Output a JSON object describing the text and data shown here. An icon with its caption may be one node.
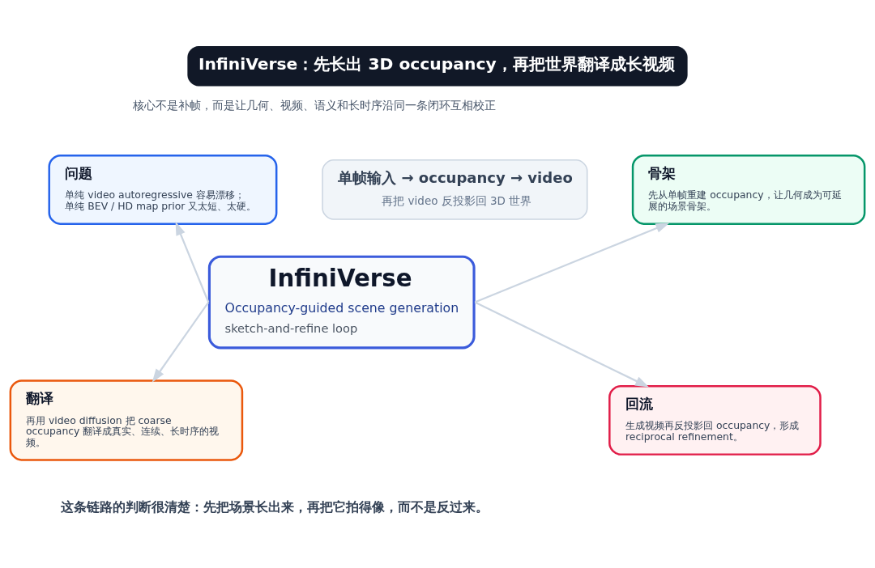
{
  "diagram": {
    "title": "InfiniVerse：先长出 3D occupancy，再把世界翻译成长视频",
    "nodes": [
      {
        "text": [
          "问题",
          "单纯 video autoregressive 容易漂移；单纯 BEV / HD map prior 又太短、太硬。"
        ]
      },
      {
        "text": [
          "单帧输入 → occupancy → video",
          "再把 video 反投影回 3D 世界"
        ]
      },
      {
        "text": [
          "骨架",
          "先从单帧重建 occupancy，让几何成为可延展的场景骨架。"
        ]
      },
      {
        "text": [
          "InfiniVerse",
          "Occupancy-guided scene generation",
          "sketch-and-refine loop"
        ]
      },
      {
        "text": [
          "翻译",
          "再用 video diffusion 把 coarse occupancy 翻译成真实、连续、长时序的视频。"
        ]
      },
      {
        "text": [
          "回流",
          "生成视频再反投影回 occupancy，形成 reciprocal refinement。"
        ]
      }
    ],
    "edges": [
      {
        "from": 3,
        "to": 0,
        "arrow": "to"
      },
      {
        "from": 3,
        "to": 2,
        "arrow": "to"
      },
      {
        "from": 3,
        "to": 4,
        "arrow": "to"
      },
      {
        "from": 3,
        "to": 5,
        "arrow": "to"
      }
    ],
    "labels": [
      "核心不是补帧，而是让几何、视频、语义和长时序沿同一条闭环互相校正",
      "这条链路的判断很清楚：先把场景长出来，再把它拍得像，而不是反过来。"
    ]
  }
}
